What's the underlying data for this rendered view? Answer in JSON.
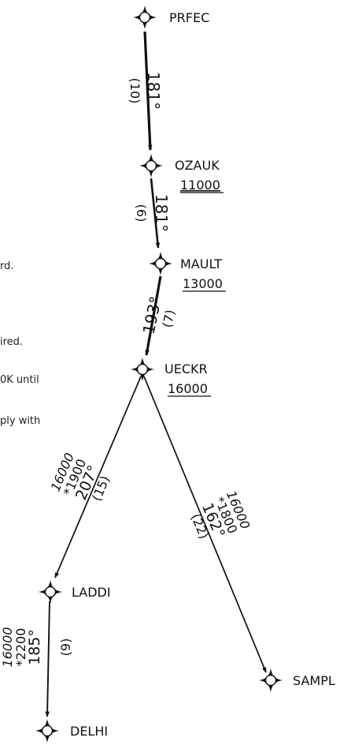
{
  "side_notes": [
    "rd.",
    "ired.",
    "0K until",
    "ply with"
  ],
  "waypoints": {
    "prfec": {
      "name": "PRFEC",
      "altitude": ""
    },
    "ozauk": {
      "name": "OZAUK",
      "altitude": "11000"
    },
    "mault": {
      "name": "MAULT",
      "altitude": "13000"
    },
    "ueckr": {
      "name": "UECKR",
      "altitude": "16000"
    },
    "laddi": {
      "name": "LADDI",
      "altitude": ""
    },
    "delhi": {
      "name": "DELHI",
      "altitude": ""
    },
    "sampl": {
      "name": "SAMPL",
      "altitude": ""
    }
  },
  "legs": {
    "prfec_ozauk": {
      "course": "181°",
      "distance": "(10)"
    },
    "ozauk_mault": {
      "course": "181°",
      "distance": "(6)"
    },
    "mault_ueckr": {
      "course": "193°",
      "distance": "(7)"
    },
    "ueckr_laddi": {
      "mea": "16000",
      "moca": "*1900",
      "course": "207°",
      "distance": "(15)"
    },
    "ueckr_sampl": {
      "mea": "16000",
      "moca": "*1800",
      "course": "162°",
      "distance": "(22)"
    },
    "laddi_delhi": {
      "mea": "16000",
      "moca": "*2200",
      "course": "185°",
      "distance": "(9)"
    }
  }
}
